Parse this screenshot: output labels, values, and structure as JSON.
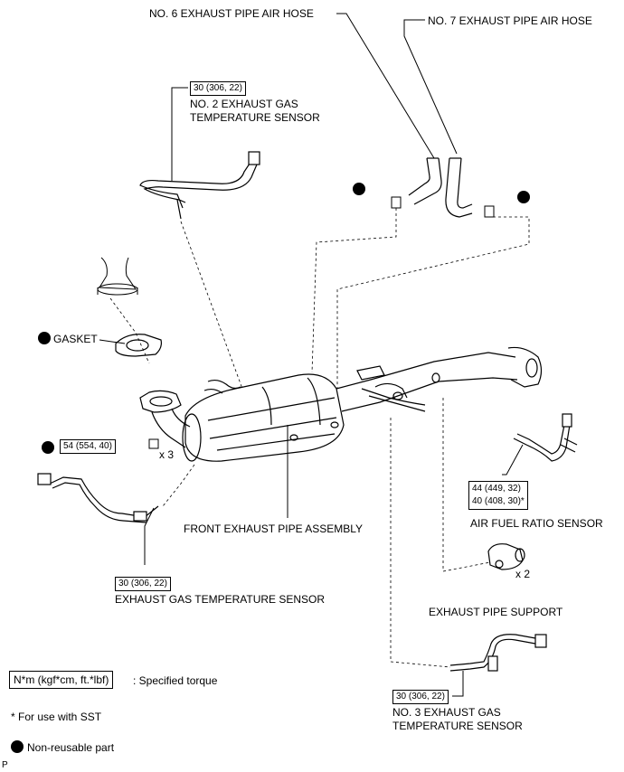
{
  "labels": {
    "no6_hose": "NO. 6 EXHAUST PIPE AIR HOSE",
    "no7_hose": "NO. 7 EXHAUST PIPE AIR HOSE",
    "no2_sensor_line1": "NO. 2 EXHAUST GAS",
    "no2_sensor_line2": "TEMPERATURE SENSOR",
    "gasket": "GASKET",
    "x3": "x 3",
    "front_pipe": "FRONT EXHAUST PIPE ASSEMBLY",
    "air_fuel_sensor": "AIR FUEL RATIO SENSOR",
    "x2": "x 2",
    "pipe_support": "EXHAUST PIPE SUPPORT",
    "exh_gas_sensor": "EXHAUST GAS TEMPERATURE SENSOR",
    "no3_sensor_line1": "NO. 3 EXHAUST GAS",
    "no3_sensor_line2": "TEMPERATURE SENSOR",
    "page_marker": "P"
  },
  "torque": {
    "no2_sensor": "30 (306, 22)",
    "nuts": "54 (554, 40)",
    "af_sensor_line1": "44 (449, 32)",
    "af_sensor_line2": "40 (408, 30)*",
    "exh_sensor": "30 (306, 22)",
    "no3_sensor": "30 (306, 22)"
  },
  "legend": {
    "torque_box": "N*m (kgf*cm, ft.*lbf)",
    "torque_desc": ": Specified torque",
    "sst_note": "* For use with SST",
    "non_reusable": "Non-reusable part"
  }
}
